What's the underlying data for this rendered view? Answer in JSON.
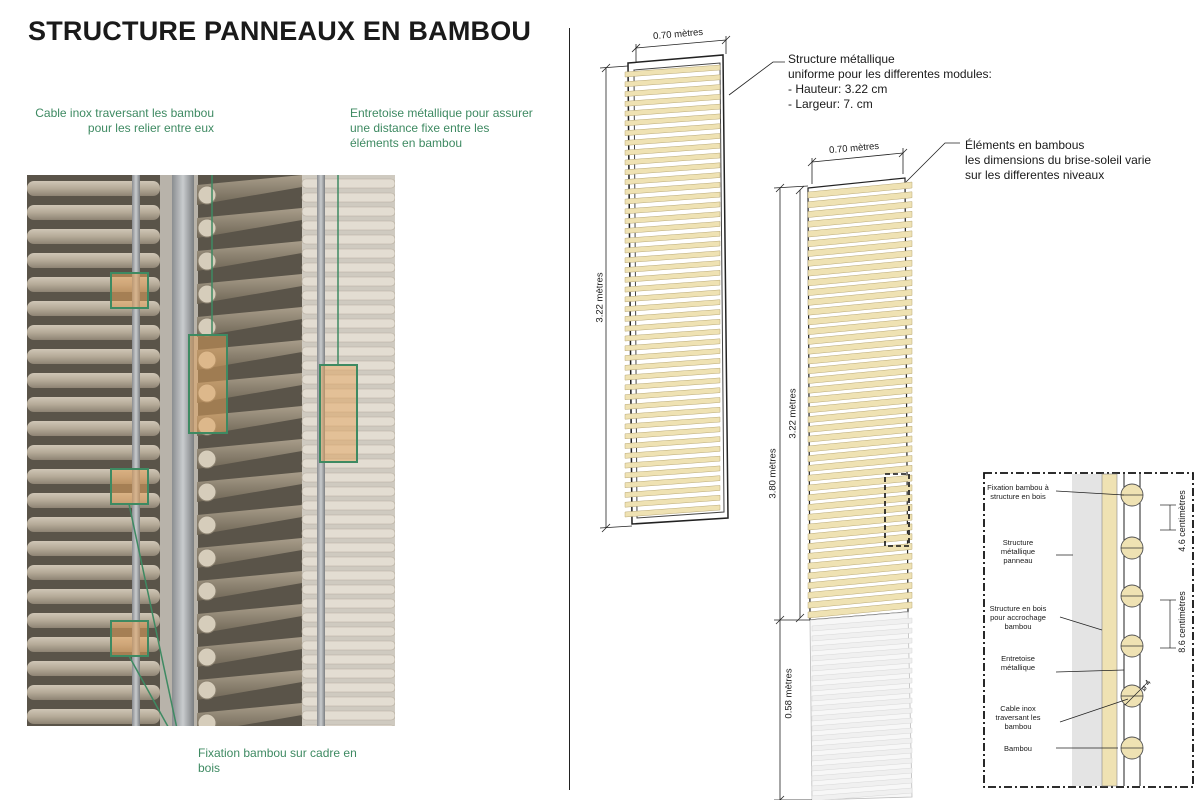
{
  "title": "STRUCTURE PANNEAUX EN BAMBOU",
  "photo_labels": {
    "cable": [
      "Cable inox traversant les bambou",
      "pour les relier entre eux"
    ],
    "entretoise": [
      "Entretoise métallique pour assurer",
      "une distance fixe entre les",
      "éléments en bambou"
    ],
    "fixation": [
      "Fixation bambou sur cadre en",
      "bois"
    ]
  },
  "notes": {
    "structure": [
      "Structure métallique",
      "uniforme pour les differentes modules:",
      "- Hauteur: 3.22 cm",
      "- Largeur: 7. cm"
    ],
    "elements": [
      "Éléments en bambous",
      "les dimensions du brise-soleil varie",
      "sur les differentes niveaux"
    ]
  },
  "dimensions": {
    "panel1_width": "0.70 mètres",
    "panel1_height": "3.22 mètres",
    "panel2_width": "0.70 mètres",
    "panel2_height_inner": "3.22 mètres",
    "panel2_height_total": "3.80 mètres",
    "panel2_lower": "0.58 mètres"
  },
  "detail": {
    "labels": [
      [
        "Fixation bambou à",
        "structure en bois"
      ],
      [
        "Structure",
        "métallique",
        "panneau"
      ],
      [
        "Structure en bois",
        "pour accrochage",
        "bambou"
      ],
      [
        "Entretoise",
        "métallique"
      ],
      [
        "Cable inox",
        "traversant les",
        "bambou"
      ],
      [
        "Bambou"
      ]
    ],
    "dim1": "4.6 centimètres",
    "dim2": "8.6 centimètres",
    "diam": "ø 4"
  },
  "colors": {
    "accent_green": "#3e8a62",
    "bamboo": "#efe2b3",
    "metal_frame": "#555555"
  }
}
